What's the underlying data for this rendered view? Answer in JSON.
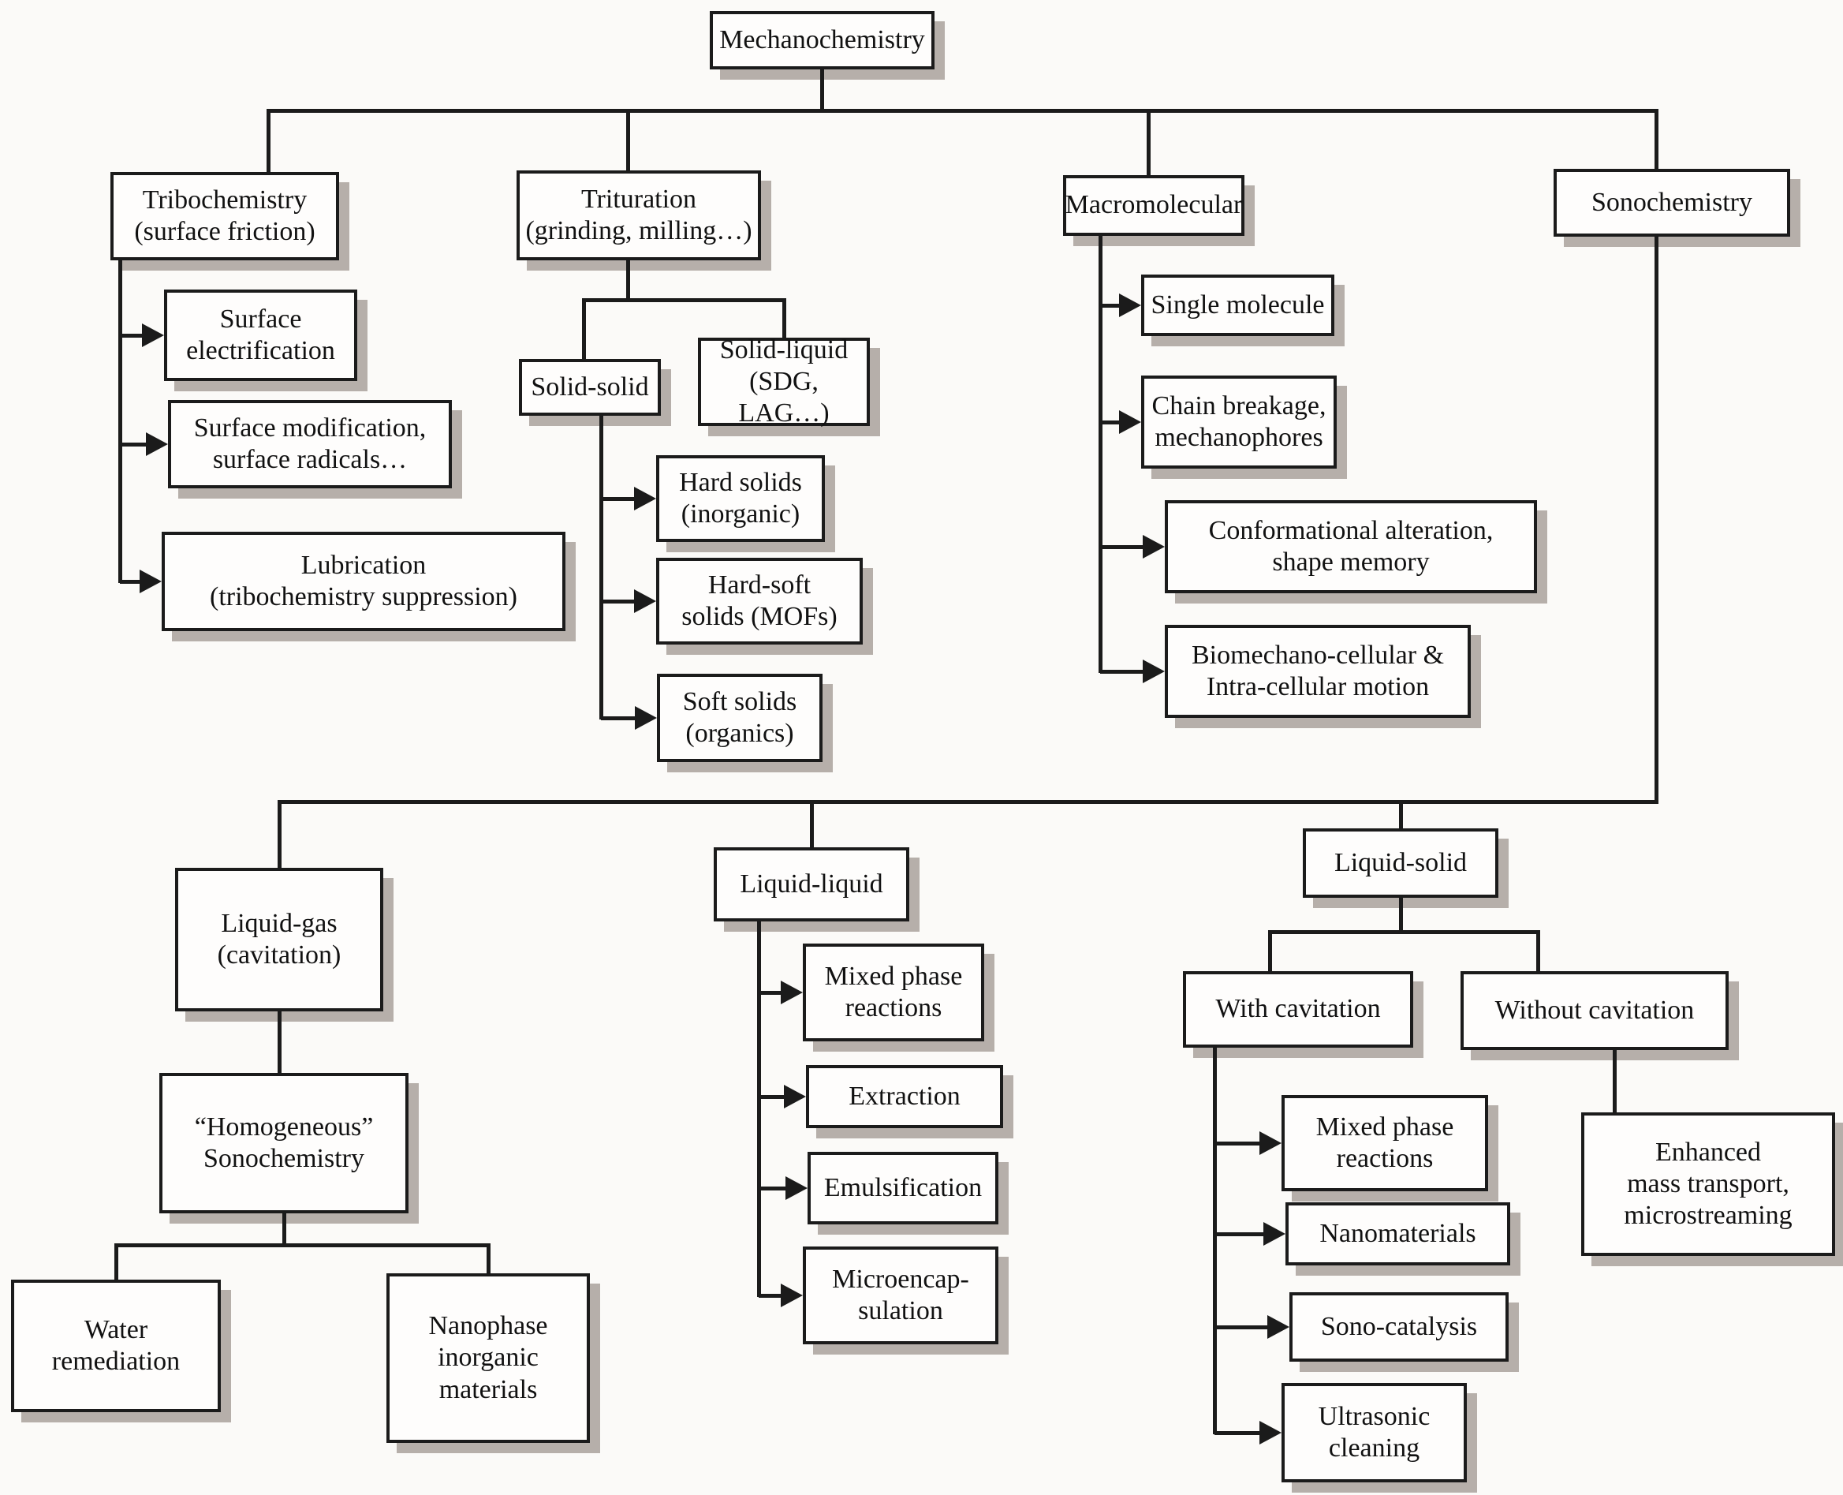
{
  "colors": {
    "background": "#fbfaf8",
    "box_fill": "#fefdfc",
    "box_border": "#1b1b1b",
    "shadow": "#b6afaa",
    "line": "#1b1b1b"
  },
  "diagram": {
    "type": "flowchart-tree",
    "root": "Mechanochemistry"
  },
  "nodes": {
    "mechanochemistry": {
      "label": "Mechanochemistry"
    },
    "tribochemistry": {
      "label": "Tribochemistry\n(surface friction)"
    },
    "trituration": {
      "label": "Trituration\n(grinding, milling…)"
    },
    "macromolecular": {
      "label": "Macromolecular"
    },
    "sonochemistry": {
      "label": "Sonochemistry"
    },
    "surface_electrification": {
      "label": "Surface\nelectrification"
    },
    "surface_modification": {
      "label": "Surface modification,\nsurface radicals…"
    },
    "lubrication": {
      "label": "Lubrication\n(tribochemistry suppression)"
    },
    "solid_solid": {
      "label": "Solid-solid"
    },
    "solid_liquid": {
      "label": "Solid-liquid\n(SDG, LAG…)"
    },
    "hard_solids": {
      "label": "Hard solids\n(inorganic)"
    },
    "hard_soft_solids": {
      "label": "Hard-soft\nsolids (MOFs)"
    },
    "soft_solids": {
      "label": "Soft solids\n(organics)"
    },
    "single_molecule": {
      "label": "Single molecule"
    },
    "chain_breakage": {
      "label": "Chain breakage,\nmechanophores"
    },
    "conformational_alteration": {
      "label": "Conformational alteration,\nshape memory"
    },
    "biomechano_cellular": {
      "label": "Biomechano-cellular &\nIntra-cellular motion"
    },
    "liquid_gas": {
      "label": "Liquid-gas\n(cavitation)"
    },
    "homogeneous_sonochemistry": {
      "label": "“Homogeneous”\nSonochemistry"
    },
    "water_remediation": {
      "label": "Water\nremediation"
    },
    "nanophase_inorganic": {
      "label": "Nanophase\ninorganic\nmaterials"
    },
    "liquid_liquid": {
      "label": "Liquid-liquid"
    },
    "mixed_phase_liquid_liquid": {
      "label": "Mixed phase\nreactions"
    },
    "extraction": {
      "label": "Extraction"
    },
    "emulsification": {
      "label": "Emulsification"
    },
    "microencapsulation": {
      "label": "Microencap-\nsulation"
    },
    "liquid_solid": {
      "label": "Liquid-solid"
    },
    "with_cavitation": {
      "label": "With cavitation"
    },
    "without_cavitation": {
      "label": "Without cavitation"
    },
    "mixed_phase_liquid_solid": {
      "label": "Mixed phase\nreactions"
    },
    "nanomaterials": {
      "label": "Nanomaterials"
    },
    "sono_catalysis": {
      "label": "Sono-catalysis"
    },
    "ultrasonic_cleaning": {
      "label": "Ultrasonic\ncleaning"
    },
    "enhanced_mass_transport": {
      "label": "Enhanced\nmass transport,\nmicrostreaming"
    }
  }
}
